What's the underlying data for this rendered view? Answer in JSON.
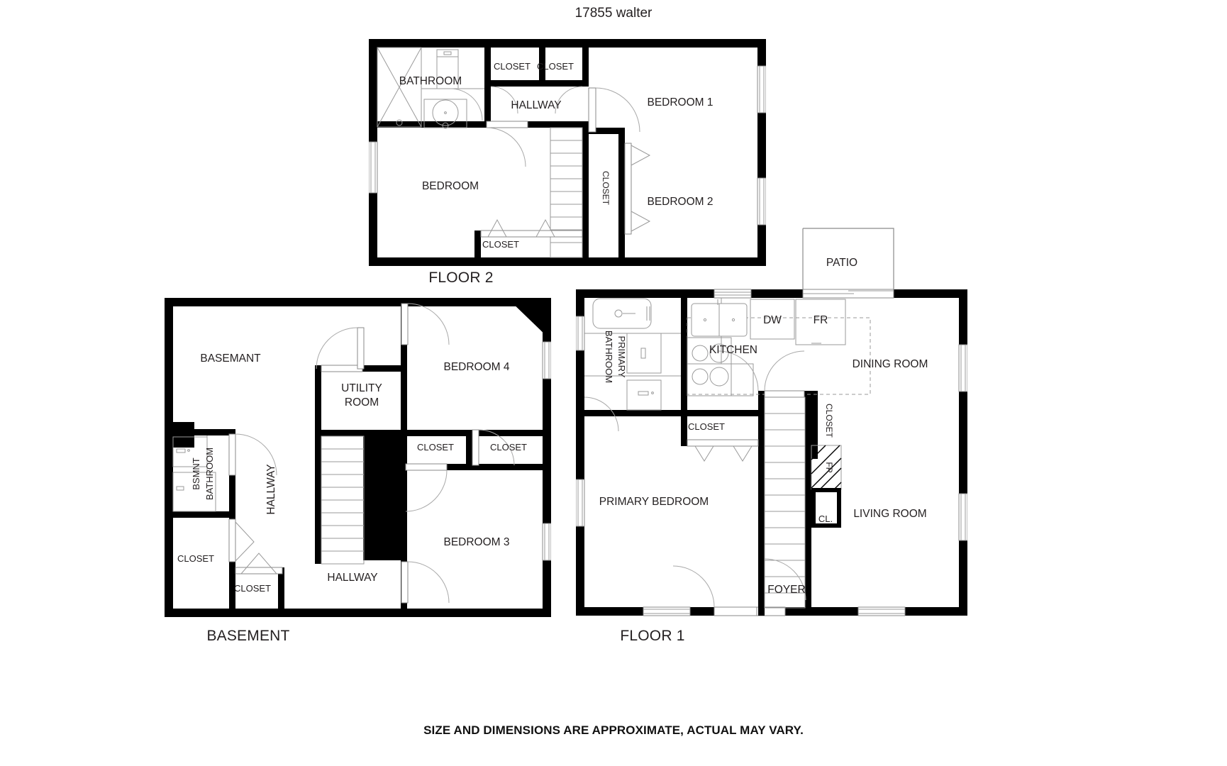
{
  "document": {
    "title": "17855 walter",
    "footer_note": "SIZE AND DIMENSIONS ARE APPROXIMATE, ACTUAL MAY VARY.",
    "background_color": "#ffffff",
    "wall_color": "#000000",
    "text_color": "#231f20"
  },
  "plans": {
    "floor2": {
      "label": "FLOOR 2",
      "rooms": [
        {
          "name": "bathroom",
          "label": "BATHROOM"
        },
        {
          "name": "closet-a",
          "label": "CLOSET"
        },
        {
          "name": "closet-b",
          "label": "CLOSET"
        },
        {
          "name": "hallway",
          "label": "HALLWAY"
        },
        {
          "name": "bedroom-1",
          "label": "BEDROOM 1"
        },
        {
          "name": "bedroom",
          "label": "BEDROOM"
        },
        {
          "name": "closet-stair",
          "label": "CLOSET"
        },
        {
          "name": "bedroom-2",
          "label": "BEDROOM 2"
        },
        {
          "name": "closet-bedroom",
          "label": "CLOSET"
        }
      ]
    },
    "basement": {
      "label": "BASEMENT",
      "rooms": [
        {
          "name": "basemant",
          "label": "BASEMANT"
        },
        {
          "name": "bathroom-bsmnt-line1",
          "label": "BATHROOM"
        },
        {
          "name": "bathroom-bsmnt-line2",
          "label": "BSMNT"
        },
        {
          "name": "hallway-vertical",
          "label": "HALLWAY"
        },
        {
          "name": "closet-left",
          "label": "CLOSET"
        },
        {
          "name": "closet-lower",
          "label": "CLOSET"
        },
        {
          "name": "hallway-lower",
          "label": "HALLWAY"
        },
        {
          "name": "utility-room-line1",
          "label": "UTILITY"
        },
        {
          "name": "utility-room-line2",
          "label": "ROOM"
        },
        {
          "name": "bedroom-4",
          "label": "BEDROOM 4"
        },
        {
          "name": "closet-mid",
          "label": "CLOSET"
        },
        {
          "name": "closet-right",
          "label": "CLOSET"
        },
        {
          "name": "bedroom-3",
          "label": "BEDROOM 3"
        }
      ]
    },
    "floor1": {
      "label": "FLOOR 1",
      "rooms": [
        {
          "name": "primary-bathroom-line1",
          "label": "PRIMARY"
        },
        {
          "name": "primary-bathroom-line2",
          "label": "BATHROOM"
        },
        {
          "name": "kitchen",
          "label": "KITCHEN"
        },
        {
          "name": "patio",
          "label": "PATIO"
        },
        {
          "name": "dining-room",
          "label": "DINING ROOM"
        },
        {
          "name": "living-room",
          "label": "LIVING ROOM"
        },
        {
          "name": "primary-bedroom",
          "label": "PRIMARY BEDROOM"
        },
        {
          "name": "closet-center",
          "label": "CLOSET"
        },
        {
          "name": "closet-stair",
          "label": "CLOSET"
        },
        {
          "name": "coat-closet",
          "label": "CL."
        },
        {
          "name": "foyer",
          "label": "FOYER"
        }
      ],
      "appliances": [
        {
          "name": "dishwasher",
          "label": "DW"
        },
        {
          "name": "refrigerator",
          "label": "FR"
        },
        {
          "name": "fireplace",
          "label": "FP"
        }
      ]
    }
  }
}
